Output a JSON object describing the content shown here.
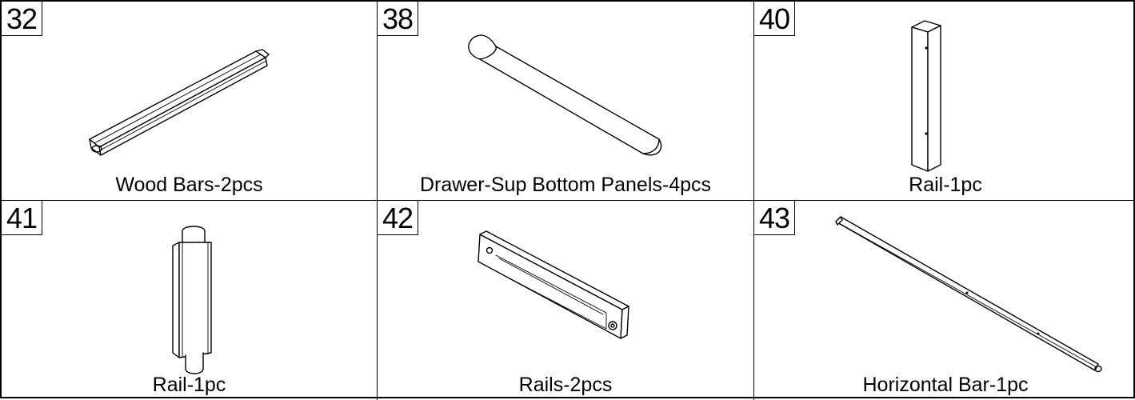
{
  "parts": [
    {
      "number": "32",
      "label": "Wood Bars-2pcs"
    },
    {
      "number": "38",
      "label": "Drawer-Sup Bottom Panels-4pcs"
    },
    {
      "number": "40",
      "label": "Rail-1pc"
    },
    {
      "number": "41",
      "label": "Rail-1pc"
    },
    {
      "number": "42",
      "label": "Rails-2pcs"
    },
    {
      "number": "43",
      "label": "Horizontal Bar-1pc"
    }
  ]
}
